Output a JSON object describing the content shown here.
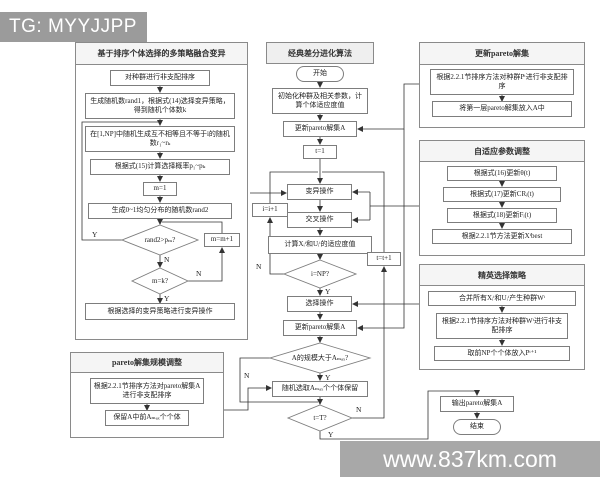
{
  "watermarks": {
    "top": "TG: MYYJJPP",
    "bottom": "www.837km.com"
  },
  "colors": {
    "banner_top_gray": "#9b9b9b",
    "banner_bottom_gray": "#a8a8a8",
    "frame_border": "#8a8a8a",
    "line": "#333333",
    "header_fill": "#f5f5f5"
  },
  "labels": {
    "yes": "Y",
    "no": "N"
  },
  "sections": {
    "mutation": "基于排序个体选择的多策略融合变异",
    "classic": "经典差分进化算法",
    "update_pareto": "更新pareto解集",
    "adaptive": "自适应参数调整",
    "elite": "精英选择策略",
    "resize": "pareto解集规模调整"
  },
  "nodes": {
    "sort_population": "对种群进行非支配排序",
    "gen_rand1": "生成随机数rand1，根据式(14)选择变异策略，得到随机个体数k",
    "gen_indices": "在[1,NP]中随机生成互不相等且不等于i的随机数r₁~rₖ",
    "calc_prob": "根据式(15)计算选择概率p₁~pₖ",
    "m_init": "m=1",
    "gen_rand2": "生成0~1均匀分布的随机数rand2",
    "rand2_check": "rand2>pₘ?",
    "m_inc": "m=m+1",
    "m_check": "m=k?",
    "do_mutation_strategy": "根据选择的变异策略进行变异操作",
    "start": "开始",
    "init_population": "初始化种群及相关参数，计算个体适应度值",
    "update_pareto_a1": "更新pareto解集A",
    "t_init": "t=1",
    "mutation_op": "变异操作",
    "crossover_op": "交叉操作",
    "calc_fitness": "计算Xᵢᵗ和Uᵢᵗ的适应度值",
    "i_np_check": "i=NP?",
    "i_inc": "i=i+1",
    "selection_op": "选择操作",
    "update_pareto_a2": "更新pareto解集A",
    "size_check": "A的规模大于Aₘₐₓ?",
    "random_keep": "随机选取Aₘₐₓ个个体保留",
    "t_check": "t=T?",
    "t_inc": "t=t+1",
    "output_pareto": "输出pareto解集A",
    "end": "结束",
    "rank_population_p": "根据2.2.1节排序方法对种群Pᵗ进行非支配排序",
    "first_layer_to_a": "将第一层pareto解集放入A中",
    "update_theta": "根据式(16)更新θ(t)",
    "update_cr": "根据式(17)更新CRᵢ(t)",
    "update_f": "根据式(18)更新Fᵢ(t)",
    "update_xbest": "根据2.2.1节方法更新Xᵗbest",
    "merge_populations": "合并所有Xᵢᵗ和Uᵢᵗ产生种群Wᵗ",
    "rank_population_w": "根据2.2.1节排序方法对种群Wᵗ进行非支配排序",
    "take_np": "取前NP个个体放入Pᵗ⁺¹",
    "rank_pareto_a": "根据2.2.1节排序方法对pareto解集A进行非支配排序",
    "keep_top": "保留A中前Aₘₐₓ个个体"
  }
}
